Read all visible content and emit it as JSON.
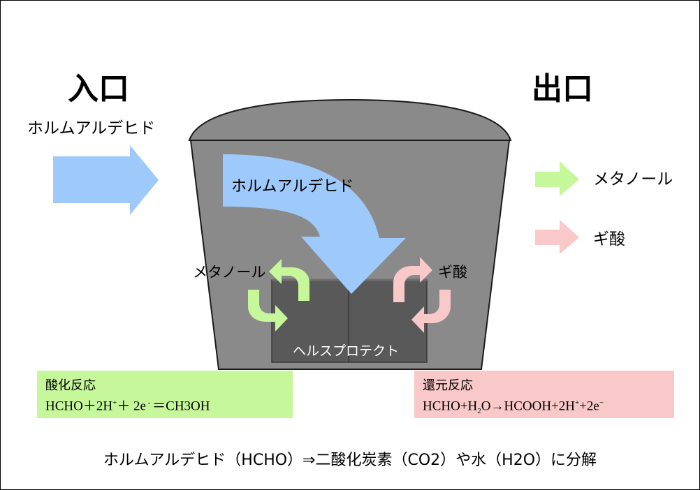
{
  "entrance": {
    "title": "入口",
    "gas": "ホルムアルデヒド"
  },
  "exit": {
    "title": "出口",
    "legend": [
      {
        "label": "メタノール",
        "color": "#c6f79a"
      },
      {
        "label": "ギ酸",
        "color": "#f9c8c8"
      }
    ]
  },
  "pot": {
    "gas_label": "ホルムアルデヒド",
    "left_product": "メタノール",
    "right_product": "ギ酸",
    "pad_label": "ヘルスプロテクト"
  },
  "oxidation": {
    "title": "酸化反応",
    "eq_a": "HCHO＋2H",
    "eq_a_sup": "+",
    "eq_b": "＋ 2e",
    "eq_b_sup": " - ",
    "eq_c": "＝CH3OH"
  },
  "reduction": {
    "title": "還元反応",
    "eq_a": "HCHO+H",
    "eq_a_sub": "2",
    "eq_b": "O→HCOOH+2H",
    "eq_b_sup": "+",
    "eq_c": "+2e",
    "eq_c_sup": "−"
  },
  "summary": "ホルムアルデヒド（HCHO）⇒二酸化炭素（CO2）や水（H2O）に分解",
  "colors": {
    "pot": "#8a8a8a",
    "pad": "#595959",
    "gas_arrow": "#9ec9fb",
    "methanol": "#c6f79a",
    "formic": "#f9c8c8",
    "oxidation_box": "#c6f79a",
    "reduction_box": "#f9c8c8"
  }
}
